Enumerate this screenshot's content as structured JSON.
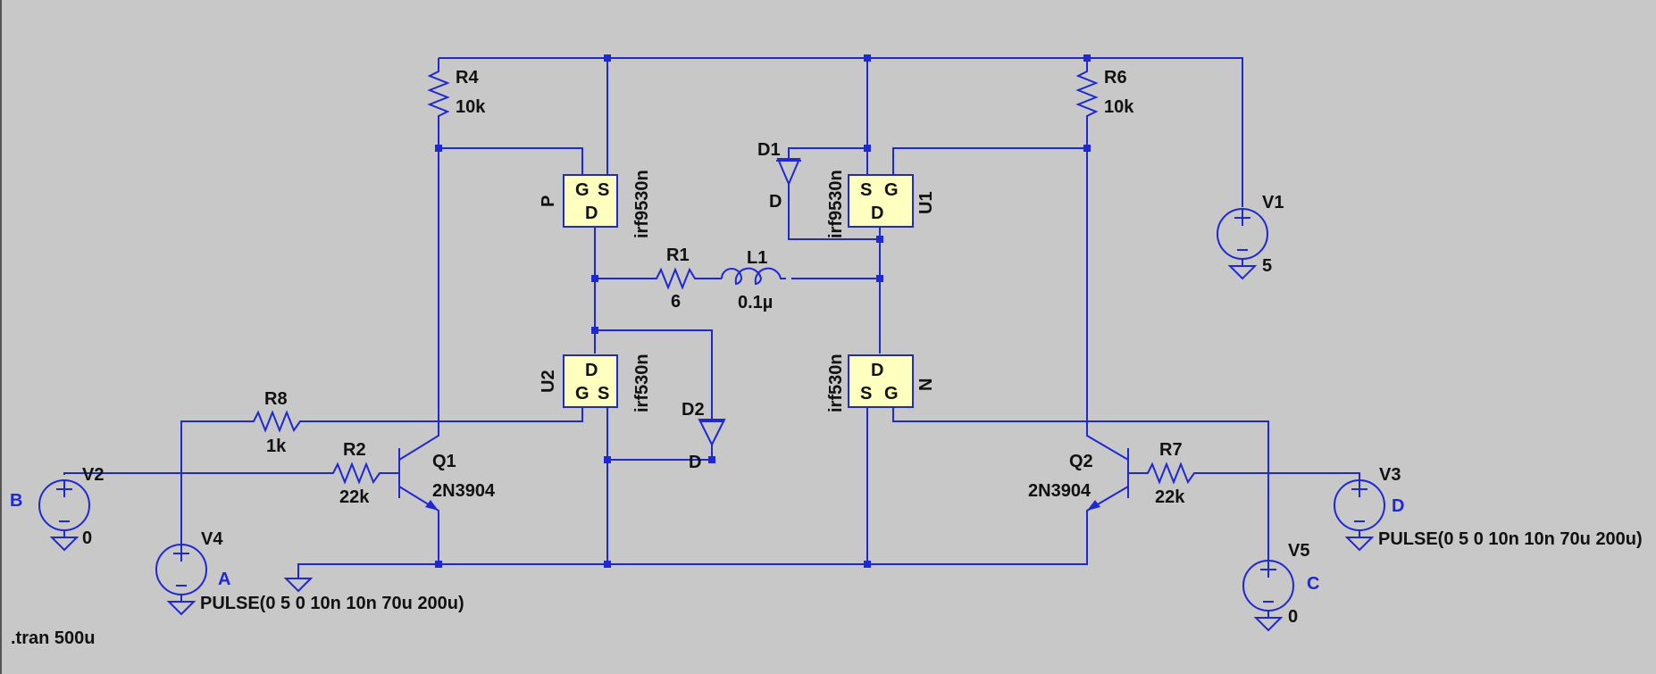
{
  "colors": {
    "background": "#c8c8c8",
    "wire": "#1e28d4",
    "component_fill": "#ffffc0",
    "label": "#111111",
    "net_label": "#1e28d4"
  },
  "components": {
    "R4": {
      "name": "R4",
      "value": "10k"
    },
    "R6": {
      "name": "R6",
      "value": "10k"
    },
    "R1": {
      "name": "R1",
      "value": "6"
    },
    "L1": {
      "name": "L1",
      "value": "0.1µ"
    },
    "R8": {
      "name": "R8",
      "value": "1k"
    },
    "R2": {
      "name": "R2",
      "value": "22k"
    },
    "R7": {
      "name": "R7",
      "value": "22k"
    },
    "Q1": {
      "name": "Q1",
      "model": "2N3904"
    },
    "Q2": {
      "name": "Q2",
      "model": "2N3904"
    },
    "P": {
      "name": "P",
      "model": "irf9530n"
    },
    "U1": {
      "name": "U1",
      "model": "irf9530n"
    },
    "U2": {
      "name": "U2",
      "model": "irf530n"
    },
    "N": {
      "name": "N",
      "model": "irf530n"
    },
    "D1": {
      "name": "D1",
      "model": "D"
    },
    "D2": {
      "name": "D2",
      "model": "D"
    },
    "V1": {
      "name": "V1",
      "value": "5"
    },
    "V2": {
      "name": "V2",
      "value": "0"
    },
    "V3": {
      "name": "V3",
      "value": "PULSE(0 5 0 10n 10n 70u 200u)"
    },
    "V4": {
      "name": "V4",
      "value": "PULSE(0 5 0 10n 10n 70u 200u)"
    },
    "V5": {
      "name": "V5",
      "value": "0"
    }
  },
  "pins": {
    "gate": "G",
    "drain": "D",
    "source": "S"
  },
  "net_labels": {
    "a": "A",
    "b": "B",
    "c": "C",
    "d": "D"
  },
  "directive": ".tran 500u"
}
